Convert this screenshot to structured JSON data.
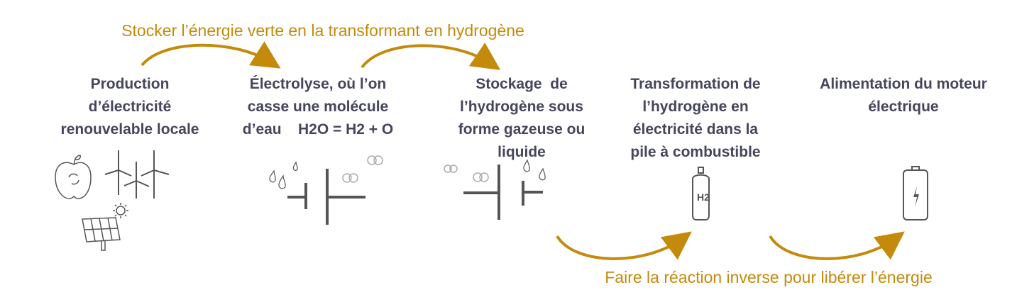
{
  "captions": {
    "top": "Stocker l’énergie verte en la transformant en hydrogène",
    "bottom": "Faire la réaction inverse pour libérer l’énergie"
  },
  "steps": [
    {
      "lines": [
        "Production",
        "d’électricité",
        "renouvelable locale"
      ]
    },
    {
      "lines": [
        "Électrolyse, où l’on",
        "casse une molécule",
        "d’eau    H2O = H2 + O"
      ]
    },
    {
      "lines": [
        "Stockage  de",
        "l’hydrogène sous",
        "forme gazeuse ou",
        "liquide"
      ]
    },
    {
      "lines": [
        "Transformation de",
        "l’hydrogène en",
        "électricité dans la",
        "pile à combustible"
      ]
    },
    {
      "lines": [
        "Alimentation du moteur",
        "électrique"
      ]
    }
  ],
  "icons": {
    "h2_label": "H2"
  },
  "colors": {
    "accent": "#c48a0c",
    "text": "#45455c",
    "icon": "#555555"
  }
}
